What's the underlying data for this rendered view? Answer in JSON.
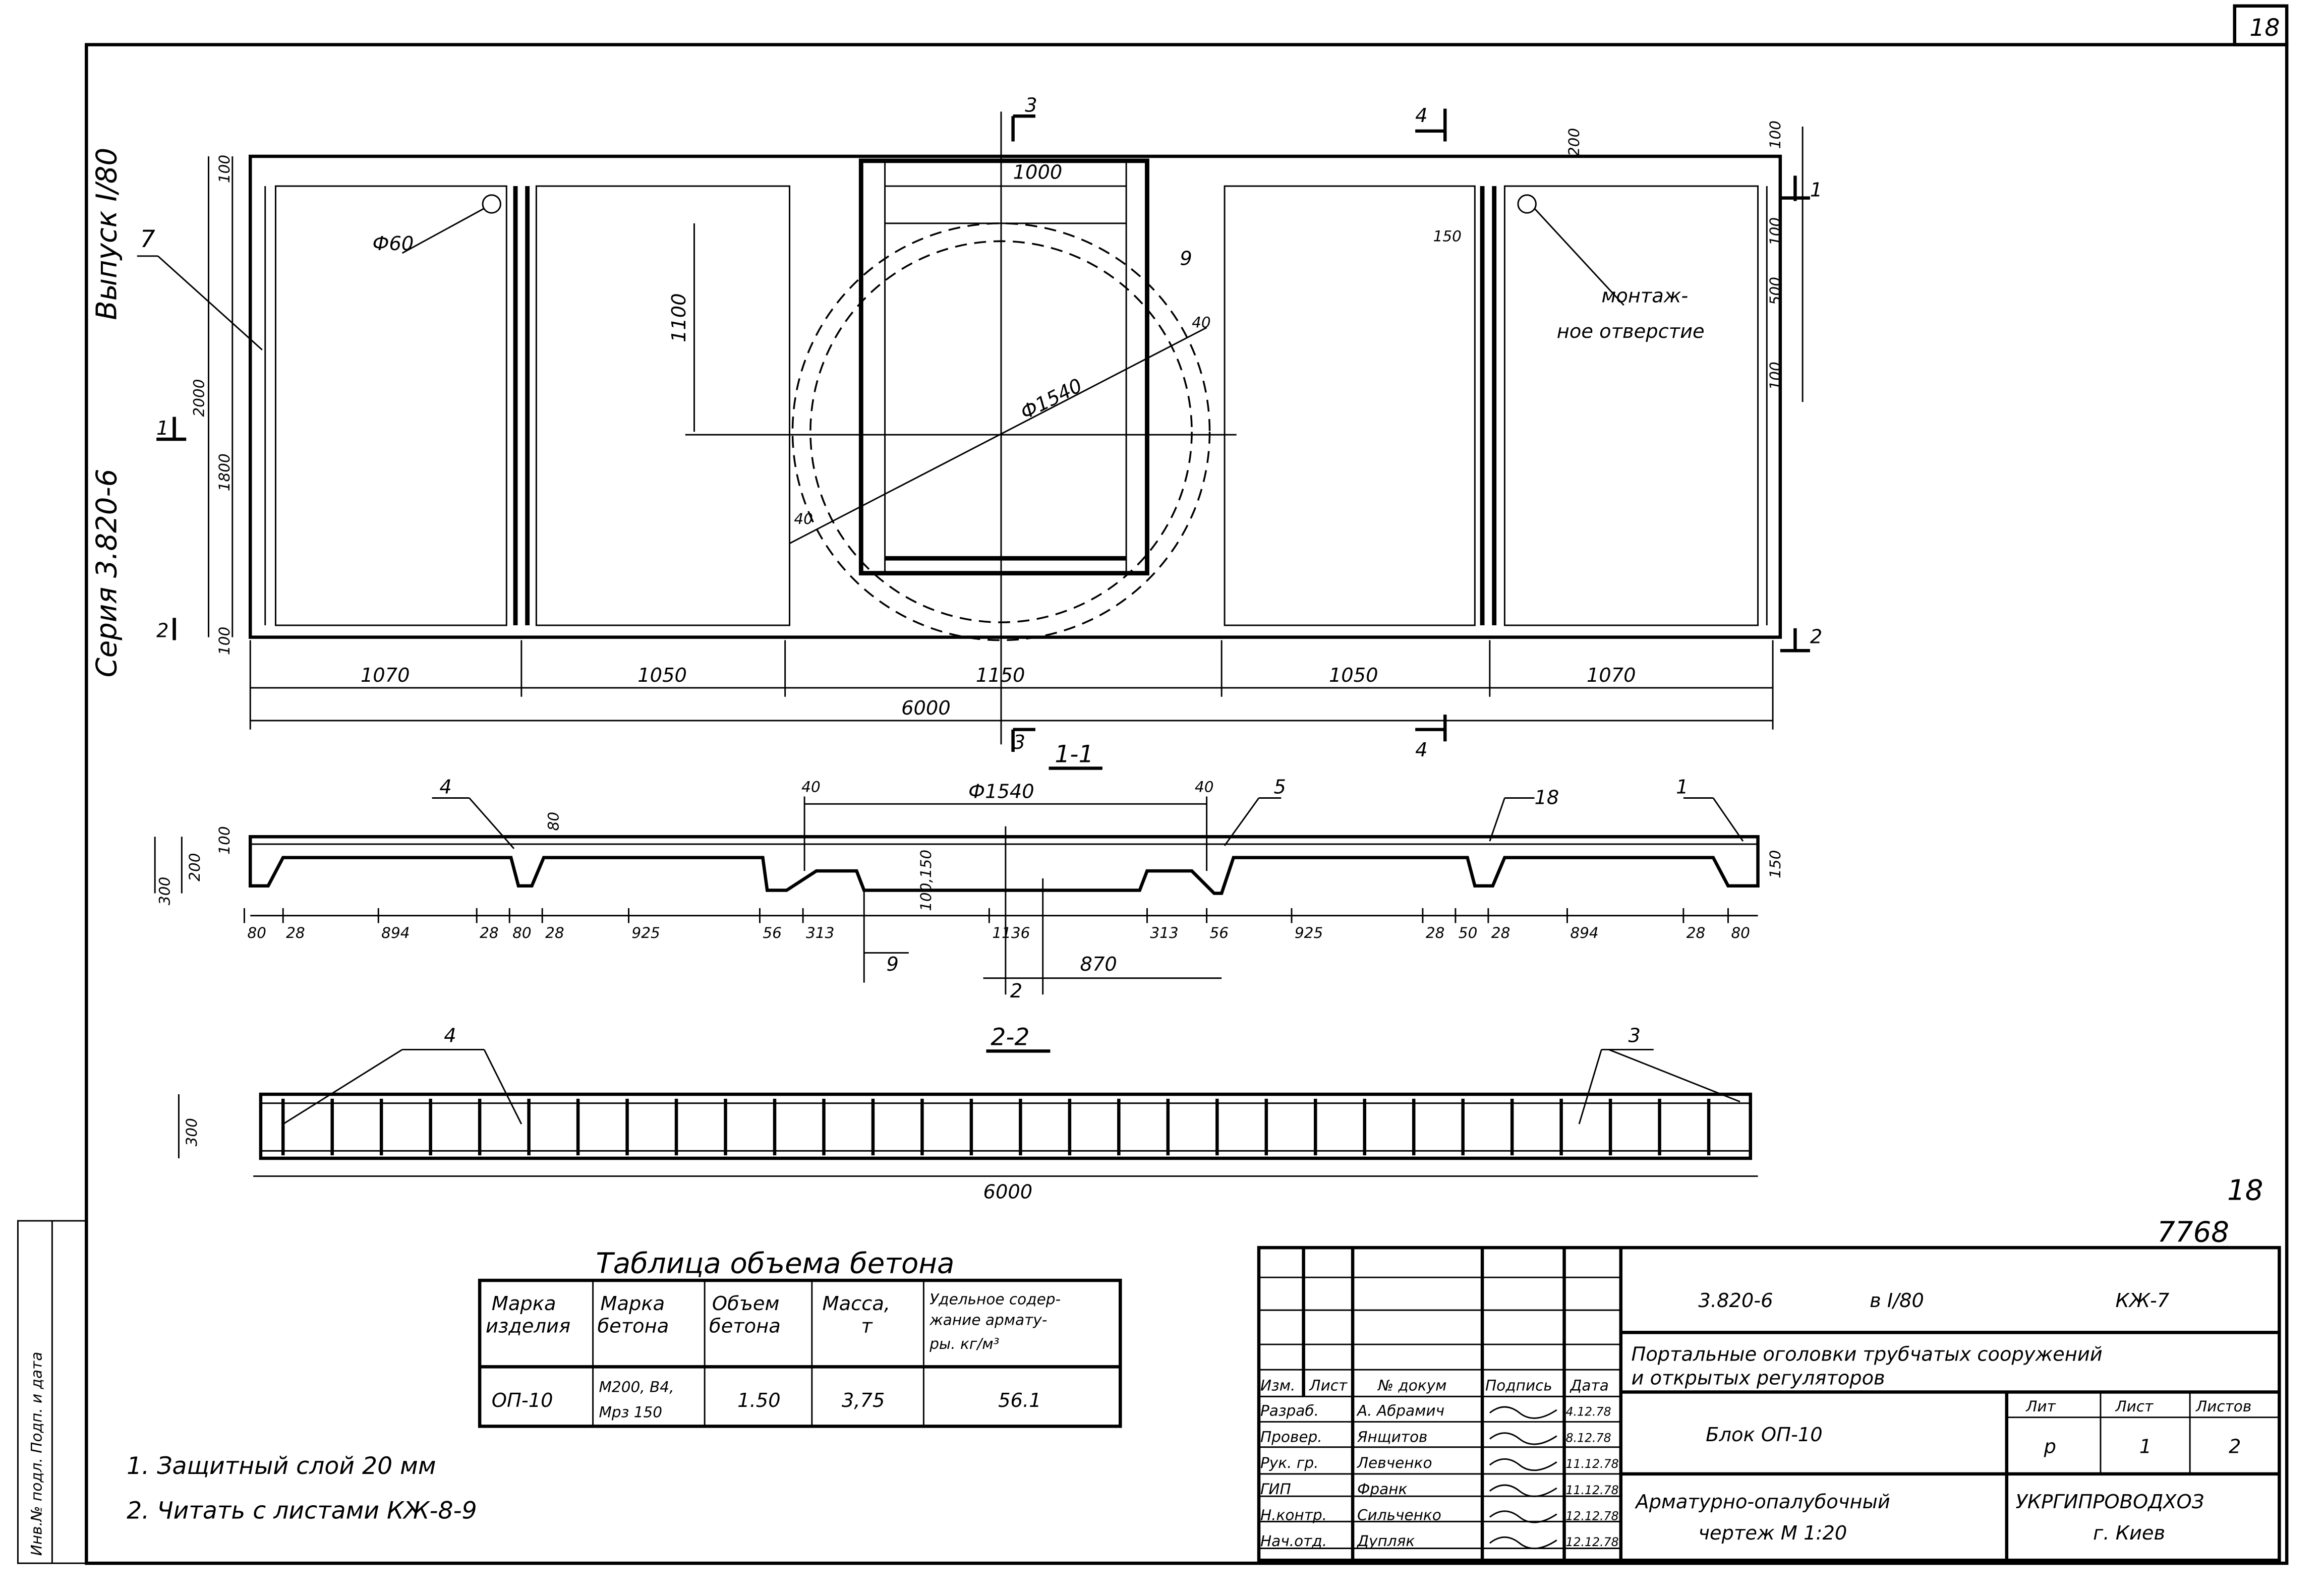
{
  "sheet_number": "18",
  "side": {
    "issue": "Выпуск I/80",
    "series": "Серия 3.820-6",
    "stamp": "Инв.№ подл. Подп. и дата"
  },
  "plan": {
    "callouts": {
      "n7": "7",
      "phi60": "Ф60",
      "n9": "9",
      "n40a": "40",
      "n40b": "40",
      "phi1540": "Ф1540",
      "d1000": "1000",
      "d1100": "1100",
      "d150": "150",
      "d200": "200",
      "hole": "монтаж-",
      "hole2": "ное отверстие",
      "sec3": "3",
      "sec4": "4",
      "sec1": "1",
      "sec2": "2"
    },
    "left_dims": [
      "100",
      "2000",
      "1800",
      "100"
    ],
    "right_dims": [
      "100",
      "100",
      "500",
      "100"
    ],
    "bottom_dims": [
      "1070",
      "1050",
      "1150",
      "1050",
      "1070"
    ],
    "total": "6000"
  },
  "section11": {
    "title": "1-1",
    "callouts": {
      "n4": "4",
      "n5": "5",
      "n18": "18",
      "n1": "1",
      "d80": "80",
      "phi": "Ф1540",
      "d40a": "40",
      "d40b": "40",
      "d150": "150",
      "d100": "100,150",
      "left300": "300",
      "left200": "200",
      "left100": "100",
      "right150": "150",
      "s9": "9",
      "s2": "2"
    },
    "dims": [
      "80",
      "28",
      "894",
      "28",
      "80",
      "28",
      "925",
      "56",
      "313",
      "1136",
      "313",
      "56",
      "925",
      "28",
      "50",
      "28",
      "894",
      "28",
      "80"
    ],
    "d870": "870"
  },
  "section22": {
    "title": "2-2",
    "n4": "4",
    "n3": "3",
    "height": "300",
    "total": "6000"
  },
  "sheet_marks": {
    "a": "18",
    "b": "7768"
  },
  "concrete_table": {
    "title": "Таблица объема бетона",
    "headers": [
      "Марка изделия",
      "Марка бетона",
      "Объем бетона",
      "Масса, т",
      "Удельное содер-жание армату-ры. кг/м³"
    ],
    "row": [
      "ОП-10",
      "М200, В4, Мрз 150",
      "1.50",
      "3,75",
      "56.1"
    ],
    "header_lines": [
      [
        "Марка",
        "изделия"
      ],
      [
        "Марка",
        "бетона"
      ],
      [
        "Объем",
        "бетона"
      ],
      [
        "Масса,",
        "т"
      ],
      [
        "Удельное содер-",
        "жание армату-",
        "ры.  кг/м³"
      ]
    ],
    "row_lines": [
      "ОП-10",
      "М200, В4,",
      "Мрз 150",
      "1.50",
      "3,75",
      "56.1"
    ]
  },
  "notes": [
    "1. Защитный слой 20 мм",
    "2. Читать с листами КЖ-8-9"
  ],
  "title_block": {
    "code": "3.820-6",
    "issue": "в I/80",
    "sheet_code": "КЖ-7",
    "project_line1": "Портальные оголовки трубчатых сооружений",
    "project_line2": "и открытых регуляторов",
    "item": "Блок ОП-10",
    "drawing_line1": "Арматурно-опалубочный",
    "drawing_line2": "чертеж  М 1:20",
    "org_line1": "УКРГИПРОВОДХОЗ",
    "org_line2": "г. Киев",
    "col_headers": [
      "Изм.",
      "Лист",
      "№ докум",
      "Подпись",
      "Дата"
    ],
    "stage_headers": [
      "Лит",
      "Лист",
      "Листов"
    ],
    "stage_values": [
      "р",
      "1",
      "2"
    ],
    "signers": [
      {
        "role": "Разраб.",
        "name": "А. Абрамич",
        "date": "4.12.78"
      },
      {
        "role": "Провер.",
        "name": "Янщитов",
        "date": "8.12.78"
      },
      {
        "role": "Рук. гр.",
        "name": "Левченко",
        "date": "11.12.78"
      },
      {
        "role": "ГИП",
        "name": "Франк",
        "date": "11.12.78"
      },
      {
        "role": "Н.контр.",
        "name": "Сильченко",
        "date": "12.12.78"
      },
      {
        "role": "Нач.отд.",
        "name": "Дупляк",
        "date": "12.12.78"
      }
    ]
  }
}
